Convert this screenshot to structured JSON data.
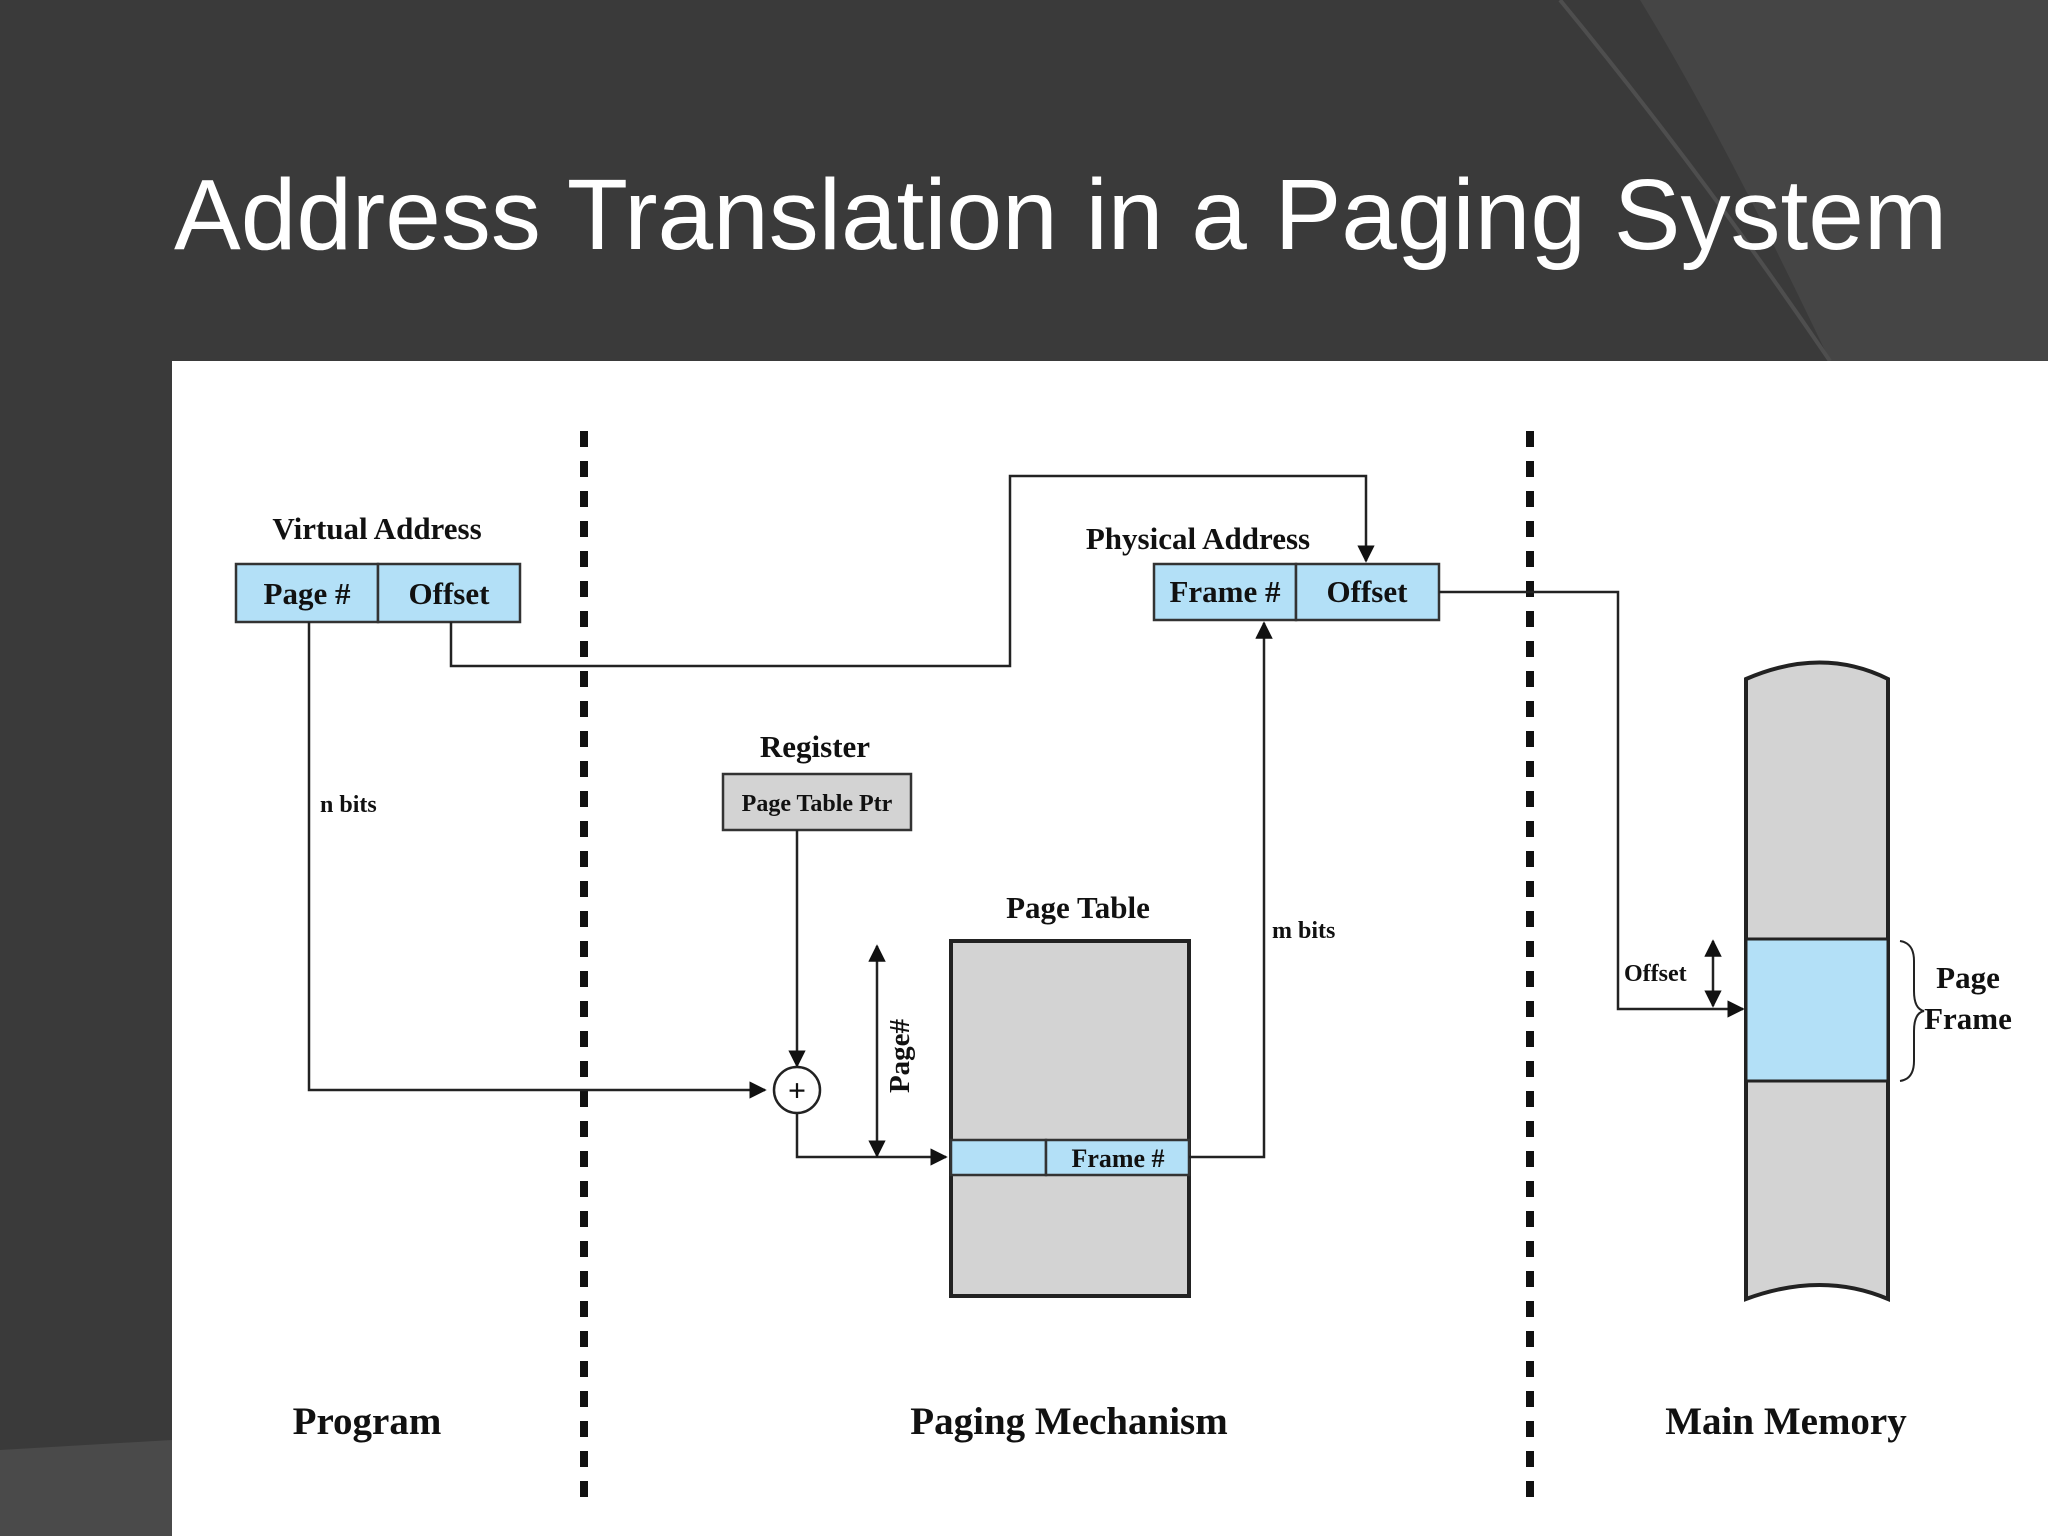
{
  "slide": {
    "title": "Address Translation in a Paging System"
  },
  "colors": {
    "background": "#3a3a3a",
    "panel": "#ffffff",
    "field_fill": "#b3e0f7",
    "table_fill": "#d3d3d3"
  },
  "diagram": {
    "virtual_address": {
      "label": "Virtual Address",
      "page_field": "Page #",
      "offset_field": "Offset"
    },
    "n_bits": "n bits",
    "register": {
      "label": "Register",
      "field": "Page Table Ptr"
    },
    "adder_symbol": "+",
    "page_index_label": "Page#",
    "page_table": {
      "label": "Page Table",
      "entry_field": "Frame #"
    },
    "m_bits": "m bits",
    "physical_address": {
      "label": "Physical Address",
      "frame_field": "Frame #",
      "offset_field": "Offset"
    },
    "memory": {
      "offset_label": "Offset",
      "page_frame_line1": "Page",
      "page_frame_line2": "Frame"
    },
    "regions": {
      "program": "Program",
      "paging_mechanism": "Paging Mechanism",
      "main_memory": "Main Memory"
    }
  }
}
